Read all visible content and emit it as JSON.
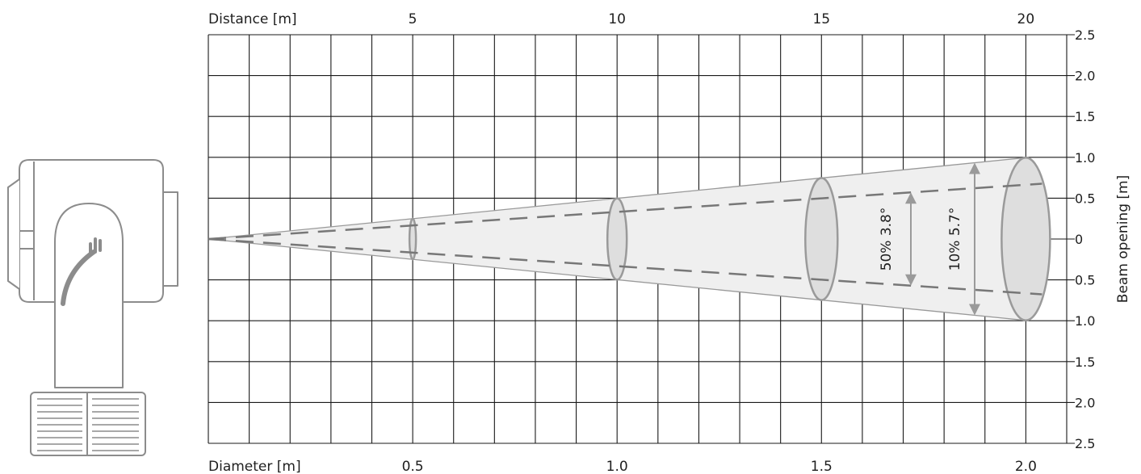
{
  "top_axis": {
    "title": "Distance [m]",
    "ticks": [
      "5",
      "10",
      "15",
      "20"
    ]
  },
  "bottom_axis": {
    "title": "Diameter [m]",
    "ticks": [
      "0.5",
      "1.0",
      "1.5",
      "2.0"
    ]
  },
  "right_axis": {
    "title": "Beam opening [m]",
    "ticks": [
      "2.5",
      "2.0",
      "1.5",
      "1.0",
      "0.5",
      "0",
      "0.5",
      "1.0",
      "1.5",
      "2.0",
      "2.5"
    ]
  },
  "beam": {
    "field_angle_label": "10% 5.7°",
    "beam_angle_label": "50% 3.8°",
    "field_angle_deg": 5.7,
    "beam_angle_deg": 3.8,
    "cross_sections_at_m": [
      5,
      10,
      15,
      20
    ]
  },
  "grid": {
    "columns": 21,
    "rows": 10,
    "x_max_m": 21,
    "y_range_m": [
      -2.5,
      2.5
    ]
  },
  "colors": {
    "grid": "#1a1a1a",
    "beam_fill": "#efefef",
    "beam_stroke": "#9a9a9a",
    "ellipse_fill": "#dedede",
    "dash": "#777777",
    "fixture": "#8c8c8c"
  }
}
